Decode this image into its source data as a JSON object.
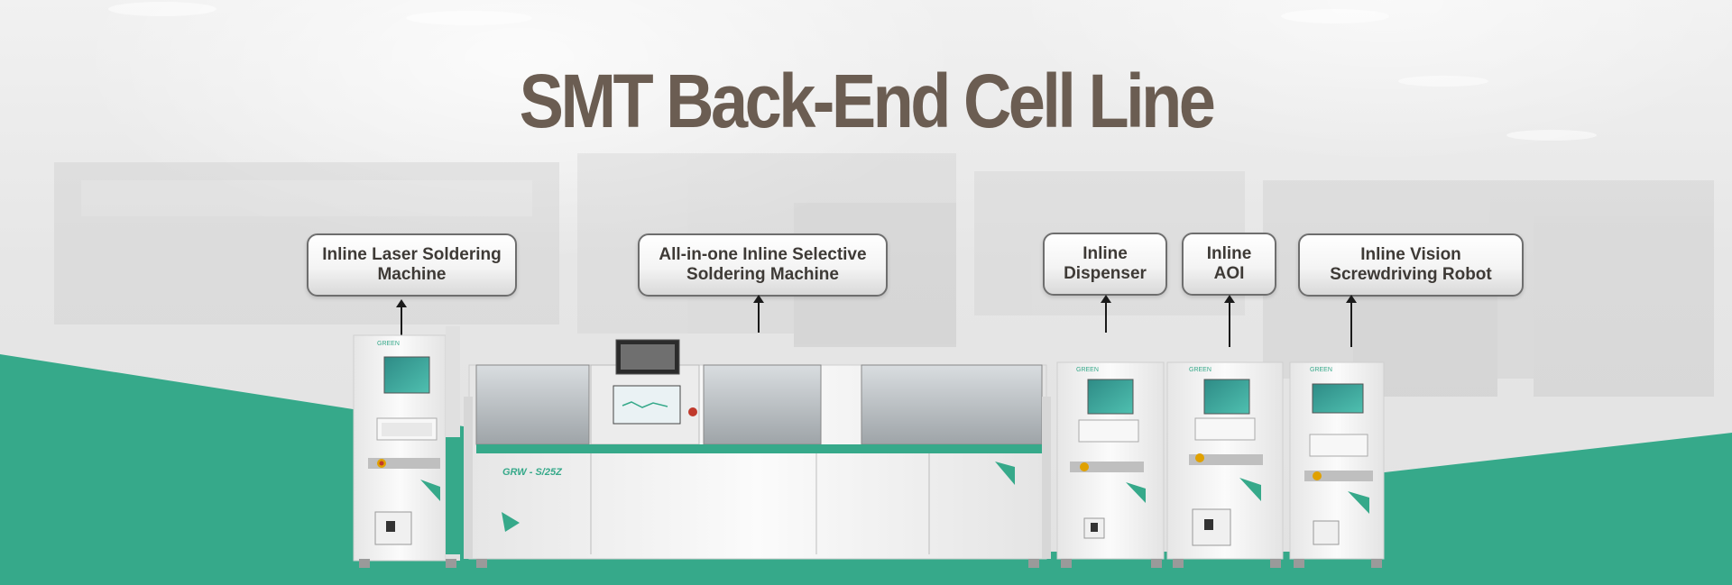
{
  "page": {
    "title": "SMT Back-End Cell Line"
  },
  "colors": {
    "title": "#6b5d52",
    "accent_green": "#36a98a",
    "machine_body": "#f4f4f4",
    "callout_border": "#6e6e6e"
  },
  "callouts": [
    {
      "label": "Inline Laser Soldering\nMachine"
    },
    {
      "label": "All-in-one Inline Selective\nSoldering Machine"
    },
    {
      "label": "Inline\nDispenser"
    },
    {
      "label": "Inline\nAOI"
    },
    {
      "label": "Inline Vision\nScrewdriving Robot"
    }
  ],
  "machines": {
    "selective_model_label": "GRW - S/25Z"
  }
}
